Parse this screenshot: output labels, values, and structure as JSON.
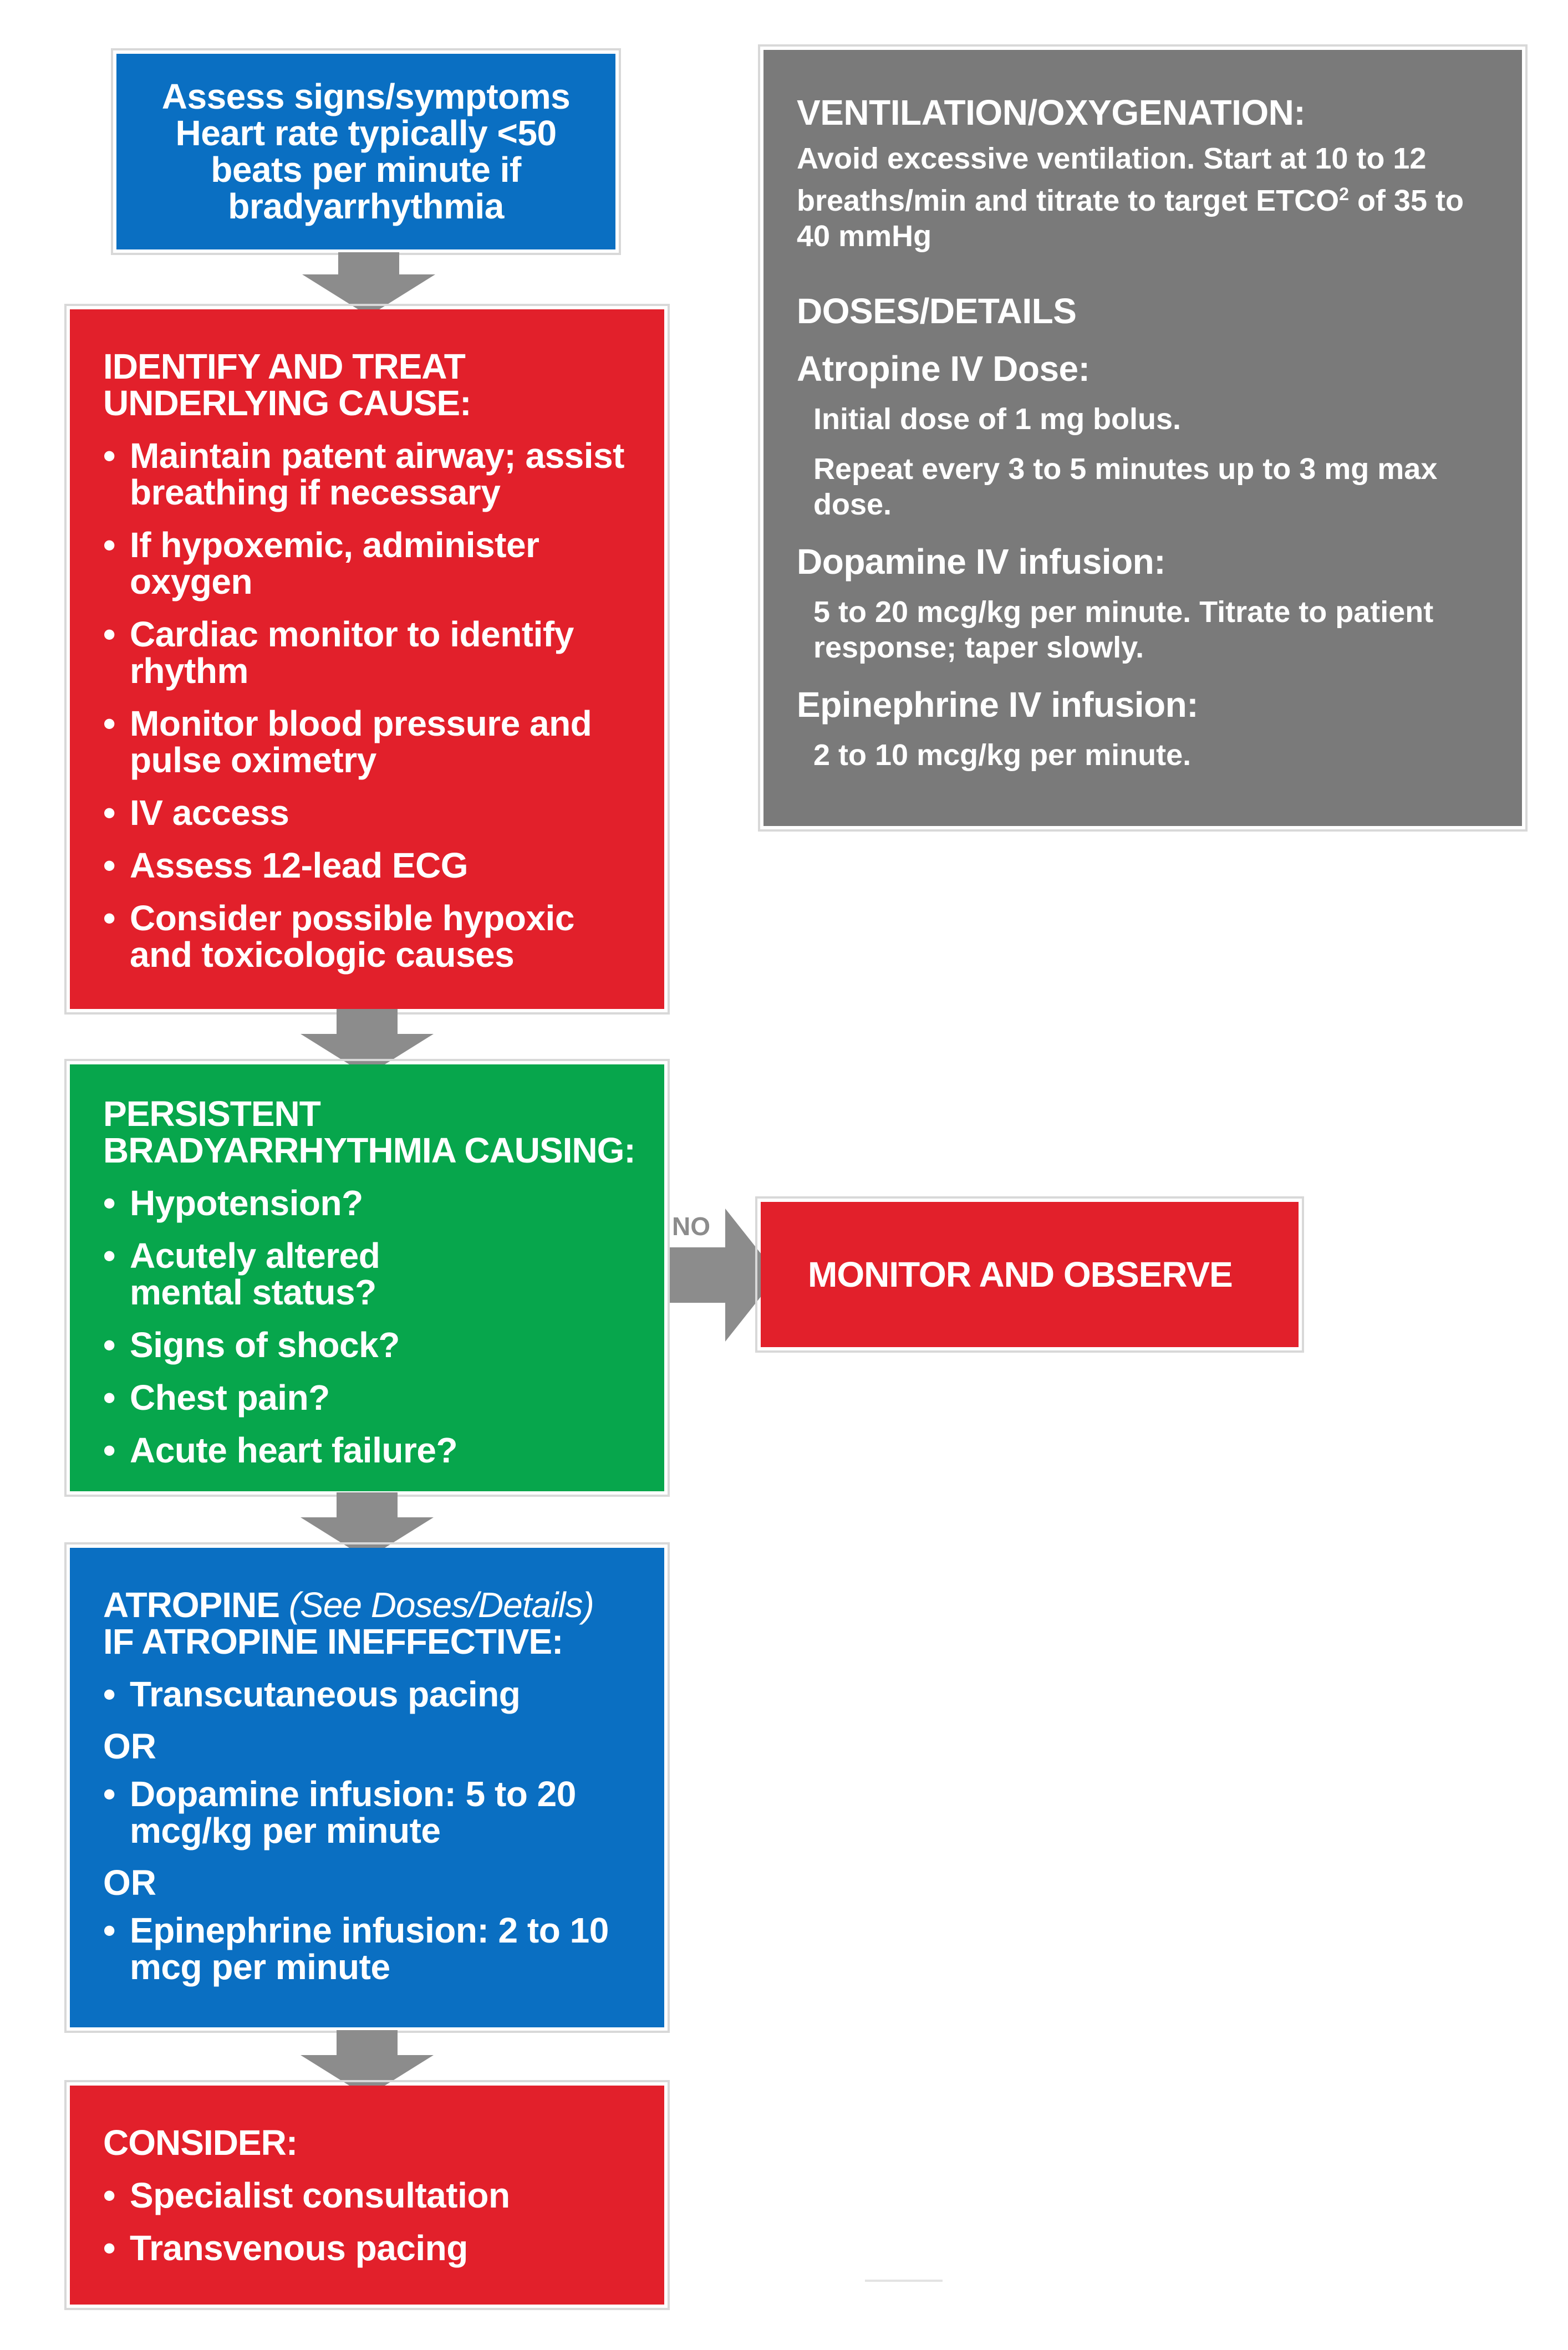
{
  "assess": {
    "lines": [
      "Assess signs/symptoms",
      "Heart rate typically <50",
      "beats per minute if",
      "bradyarrhythmia"
    ]
  },
  "identify": {
    "heading_line1": "IDENTIFY AND TREAT",
    "heading_line2": "UNDERLYING CAUSE:",
    "items": [
      "Maintain patent airway; assist breathing if necessary",
      "If hypoxemic, administer oxygen",
      "Cardiac monitor to identify rhythm",
      "Monitor blood pressure and pulse oximetry",
      "IV access",
      "Assess 12-lead ECG",
      "Consider possible hypoxic and toxicologic causes"
    ]
  },
  "persistent": {
    "heading_line1": "PERSISTENT",
    "heading_line2": "BRADYARRHYTHMIA CAUSING:",
    "items": [
      "Hypotension?",
      "Acutely altered mental status?",
      "Signs of shock?",
      "Chest pain?",
      "Acute heart failure?"
    ]
  },
  "no_label": "NO",
  "monitor": {
    "label": "MONITOR AND OBSERVE"
  },
  "atropine": {
    "heading_bold": "ATROPINE",
    "heading_italic": "(See Doses/Details)",
    "heading_line2": "IF ATROPINE INEFFECTIVE:",
    "item1": "Transcutaneous pacing",
    "or1": "OR",
    "item2": "Dopamine infusion: 5 to 20 mcg/kg per minute",
    "or2": "OR",
    "item3": "Epinephrine infusion: 2 to 10 mcg per minute"
  },
  "consider": {
    "heading": "CONSIDER:",
    "items": [
      "Specialist consultation",
      "Transvenous pacing"
    ]
  },
  "info": {
    "ventilation_heading": "VENTILATION/OXYGENATION:",
    "ventilation_text_a": "Avoid excessive ventilation. Start at 10 to 12 breaths/min and titrate to target ETCO",
    "ventilation_sup": "2",
    "ventilation_text_b": "of 35 to 40 mmHg",
    "doses_heading": "DOSES/DETAILS",
    "atropine_heading": "Atropine IV Dose:",
    "atropine_line1": "Initial dose of 1 mg bolus.",
    "atropine_line2": "Repeat every 3 to 5 minutes up to 3 mg max dose.",
    "dopamine_heading": "Dopamine IV infusion:",
    "dopamine_text": "5 to 20 mcg/kg per minute. Titrate to patient response; taper slowly.",
    "epinephrine_heading": "Epinephrine IV infusion:",
    "epinephrine_text": "2 to 10 mcg/kg per minute."
  },
  "colors": {
    "blue": "#0a6fc2",
    "red": "#e2202b",
    "green": "#07a64c",
    "gray": "#7a7a7a",
    "arrow": "#8c8c8c"
  }
}
